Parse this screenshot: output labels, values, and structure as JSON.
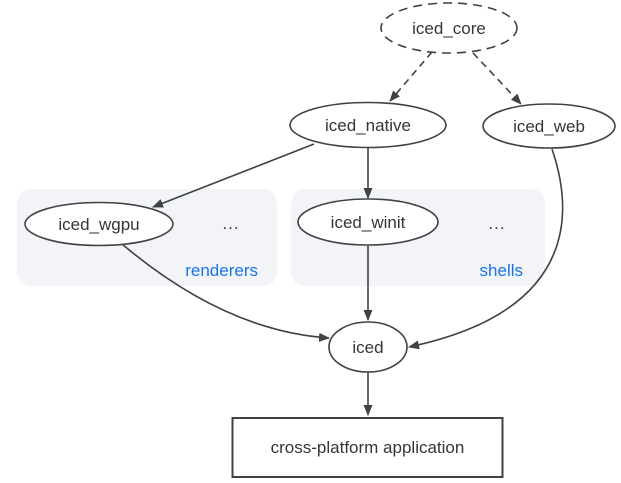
{
  "diagram": {
    "nodes": {
      "iced_core": {
        "label": "iced_core",
        "shape": "ellipse-dashed"
      },
      "iced_native": {
        "label": "iced_native",
        "shape": "ellipse"
      },
      "iced_web": {
        "label": "iced_web",
        "shape": "ellipse"
      },
      "iced_wgpu": {
        "label": "iced_wgpu",
        "shape": "ellipse"
      },
      "iced_winit": {
        "label": "iced_winit",
        "shape": "ellipse"
      },
      "iced": {
        "label": "iced",
        "shape": "ellipse"
      },
      "app": {
        "label": "cross-platform application",
        "shape": "rectangle"
      }
    },
    "groups": {
      "renderers": {
        "label": "renderers",
        "ellipsis": "...",
        "members": [
          "iced_wgpu"
        ]
      },
      "shells": {
        "label": "shells",
        "ellipsis": "...",
        "members": [
          "iced_winit"
        ]
      }
    },
    "edges": [
      {
        "from": "iced_core",
        "to": "iced_native",
        "style": "dashed"
      },
      {
        "from": "iced_core",
        "to": "iced_web",
        "style": "dashed"
      },
      {
        "from": "iced_native",
        "to": "iced_wgpu",
        "style": "solid"
      },
      {
        "from": "iced_native",
        "to": "iced_winit",
        "style": "solid"
      },
      {
        "from": "iced_wgpu",
        "to": "iced",
        "style": "solid"
      },
      {
        "from": "iced_winit",
        "to": "iced",
        "style": "solid"
      },
      {
        "from": "iced_web",
        "to": "iced",
        "style": "solid"
      },
      {
        "from": "iced",
        "to": "app",
        "style": "solid"
      }
    ],
    "colors": {
      "stroke": "#3f4245",
      "text": "#333639",
      "accent": "#1a73e8",
      "group_bg": "#f2f4f8",
      "node_fill": "#ffffff",
      "canvas": "#ffffff"
    }
  }
}
